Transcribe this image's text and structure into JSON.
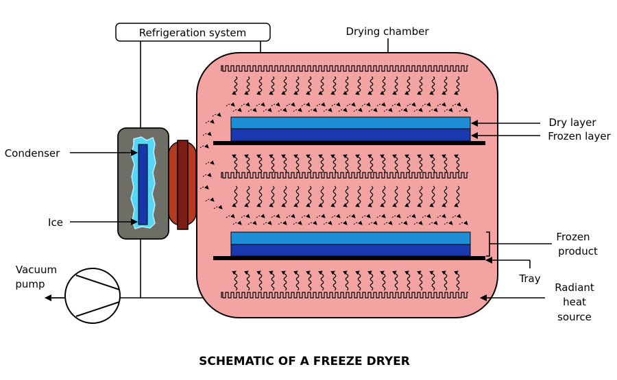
{
  "labels": {
    "refrigeration_system": "Refrigeration system",
    "drying_chamber": "Drying chamber",
    "condenser": "Condenser",
    "ice": "Ice",
    "vacuum_pump_line1": "Vacuum",
    "vacuum_pump_line2": "pump",
    "dry_layer": "Dry layer",
    "frozen_layer": "Frozen layer",
    "frozen_product_line1": "Frozen",
    "frozen_product_line2": "product",
    "tray": "Tray",
    "radiant_heat_line1": "Radiant",
    "radiant_heat_line2": "heat",
    "radiant_heat_line3": "source"
  },
  "title": "SCHEMATIC OF A FREEZE DRYER",
  "colors": {
    "chamber_fill": "#f4a3a3",
    "condenser_box": "#6e6e66",
    "ice": "#55d6f5",
    "condenser_core": "#1538a8",
    "seal_dark": "#7a1e14",
    "seal_light": "#b53a22",
    "dry_layer": "#1e8fd6",
    "frozen_layer": "#1a39b0",
    "tray": "#000000"
  },
  "icons": {
    "heater": "heater-coil-icon",
    "heat_ray": "heat-wave-icon",
    "vapor": "vapor-flow-icon",
    "pump": "vacuum-pump-icon"
  }
}
